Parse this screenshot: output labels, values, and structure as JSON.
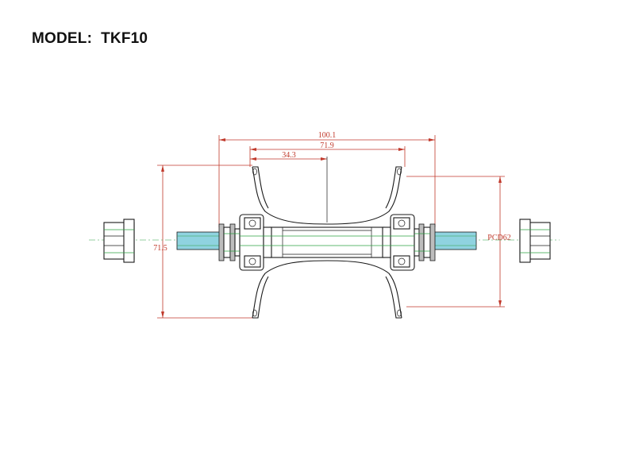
{
  "model": {
    "label": "MODEL:",
    "name": "TKF10"
  },
  "dimensions": {
    "overall_width": "100.1",
    "flange_spacing": "71.9",
    "center_to_flange": "34.3",
    "flange_height": "71.5",
    "pcd": "PCD62"
  },
  "colors": {
    "dimension_lines": "#c0392b",
    "axle": "#8fd3e0",
    "outline": "#1a1a1a",
    "centerline": "#2ea043"
  }
}
